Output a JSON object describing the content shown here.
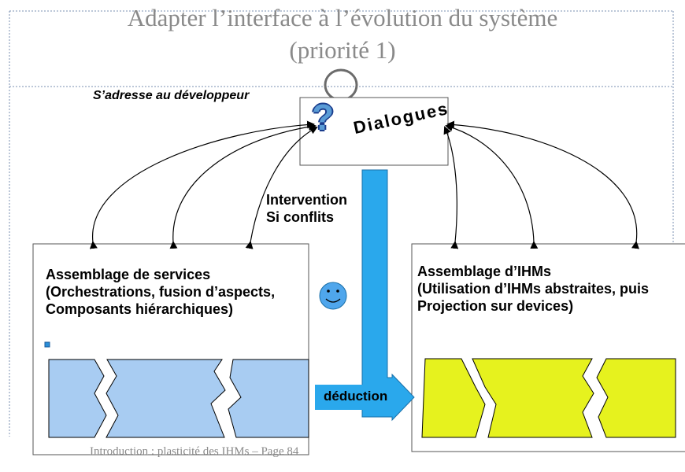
{
  "title": {
    "line1": "Adapter l’interface à l’évolution du système",
    "line2": "(priorité 1)"
  },
  "subtitle": "S’adresse au développeur",
  "dialogue_box": {
    "label": "Dialogues",
    "icon_glyph": "?"
  },
  "intervention": {
    "line1": "Intervention",
    "line2": "Si conflits"
  },
  "left_box": {
    "line1": "Assemblage de services",
    "line2": "(Orchestrations, fusion d’aspects,",
    "line3": "Composants hiérarchiques)",
    "tile_color": "#a8ccf2"
  },
  "right_box": {
    "line1": "Assemblage d’IHMs",
    "line2": "(Utilisation d’IHMs abstraites, puis",
    "line3": "Projection sur devices)",
    "tile_color": "#e6f21e"
  },
  "arrow": {
    "label": "déduction",
    "color": "#2aa8ec"
  },
  "footer": "Introduction : plasticité des IHMs – Page 84"
}
